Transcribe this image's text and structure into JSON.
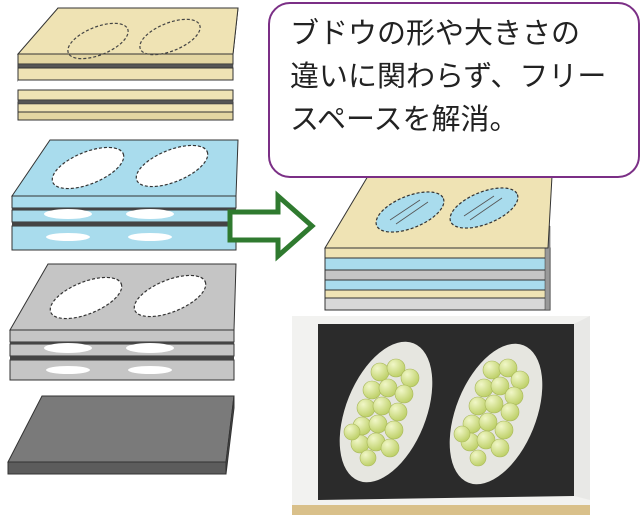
{
  "callout": {
    "lines": [
      "ブドウの形や大きさの",
      "違いに関わらず、フリー",
      "スペースを解消。"
    ]
  },
  "colors": {
    "beige": "#efe3b4",
    "blue": "#a9dced",
    "gray": "#c5c5c5",
    "dark_gray": "#7a7a7a",
    "arrow": "#2f7a2f",
    "callout_border": "#7b2f86",
    "tray_black": "#2b2b2b",
    "grape": "#cfe08a"
  },
  "icons": {
    "arrow": "right-arrow-outline"
  }
}
